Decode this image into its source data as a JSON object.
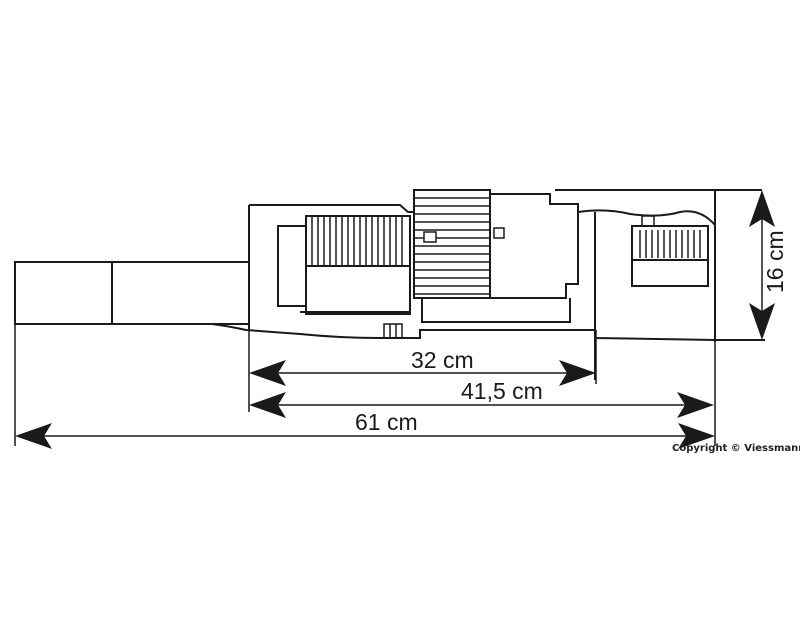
{
  "dimensions": {
    "width_short": "32 cm",
    "width_mid": "41,5 cm",
    "width_total": "61 cm",
    "depth": "16 cm"
  },
  "copyright": "Copyright © Viessmann",
  "colors": {
    "line": "#1a1a1a",
    "background": "#ffffff"
  }
}
